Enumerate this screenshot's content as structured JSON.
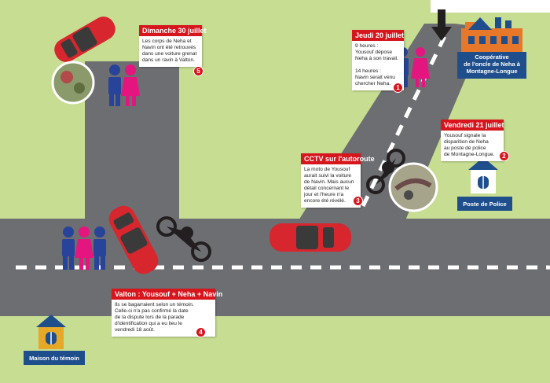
{
  "colors": {
    "grass": "#c7dd92",
    "road": "#6d6e71",
    "marking": "#ffffff",
    "accent_red": "#d6151c",
    "station_blue": "#1f4e8c",
    "male_figure": "#27449a",
    "female_figure": "#e4157f",
    "car_red": "#d7262d",
    "coop_orange": "#e7782a"
  },
  "icons": [
    "car-icon",
    "motorcycle-icon",
    "person-male-icon",
    "person-female-icon",
    "building-icon",
    "house-icon",
    "arrow-down-icon",
    "photo-icon"
  ],
  "events": [
    {
      "number": "1",
      "date": "Jeudi 20 juillet",
      "text": "9 heures :\nYousouf dépose\nNeha à son travail.\n\n14 heures :\nNavin serait venu\nchercher Neha."
    },
    {
      "number": "2",
      "date": "Vendredi 21 juillet",
      "text": "Yousouf signale la\ndisparition de Neha\nau poste de police\nde Montagne-Longue."
    },
    {
      "number": "3",
      "date": "CCTV sur l'autoroute",
      "text": "La moto de Yousouf\naurait suivi la voiture\nde Navin. Mais aucun\ndétail concernant le\njour et l'heure n'a\nencore été révélé."
    },
    {
      "number": "4",
      "date": "Valton : Yousouf + Neha + Navin",
      "text": "Ils se bagarraient selon un témoin.\nCelle-ci n'a pas confirmé la date\nde la dispute lors de la parade\nd'identification qui a eu lieu le\nvendredi 18 août."
    },
    {
      "number": "5",
      "date": "Dimanche 30 juillet",
      "text": "Les corps de Neha et\nNavin ont été retrouvés\ndans une voiture grenat\ndans un ravin à Valton."
    }
  ],
  "places": {
    "cooperative": "Coopérative\nde l'oncle de Neha à\nMontagne-Longue",
    "police": "Poste de Police",
    "witness": "Maison du témoin"
  }
}
